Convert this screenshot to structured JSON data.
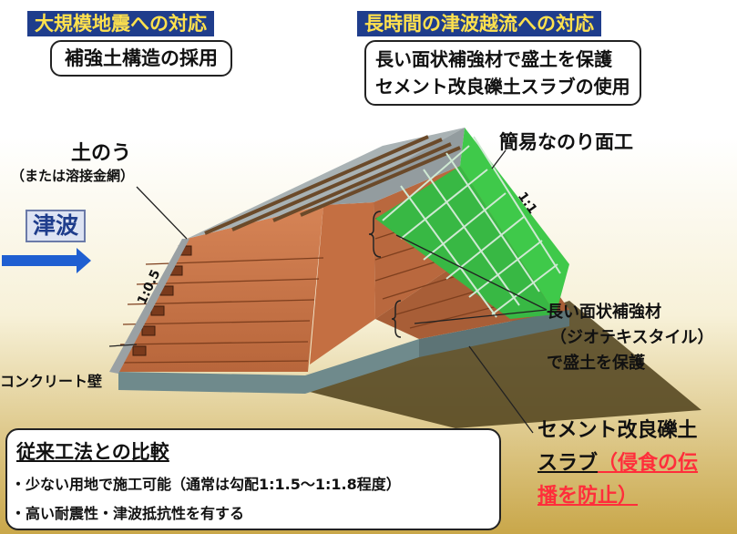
{
  "header_left": {
    "tag": "大規模地震への対応",
    "box": "補強土構造の採用"
  },
  "header_right": {
    "tag": "長時間の津波越流への対応",
    "box_line1": "長い面状補強材で盛土を保護",
    "box_line2": "セメント改良礫土スラブの使用"
  },
  "labels": {
    "sandbag": "土のう",
    "sandbag_alt": "（または溶接金網）",
    "tsunami": "津波",
    "slope_left": "1:0.5",
    "slope_right": "1:1",
    "simple_facing": "簡易なのり面工",
    "geotextile_line1": "長い面状補強材",
    "geotextile_line2": "（ジオテキスタイル）",
    "geotextile_line3": "で盛土を保護",
    "concrete_wall": "コンクリート壁",
    "slab_line1": "セメント改良礫土",
    "slab_line2_black": "スラブ",
    "slab_line2_red": "（侵食の伝",
    "slab_line3_red": "播を防止）"
  },
  "comparison": {
    "title": "従来工法との比較",
    "items": [
      "・少ない用地で施工可能（通常は勾配1:1.5～1:1.8程度）",
      "・高い耐震性・津波抵抗性を有する"
    ]
  },
  "colors": {
    "header_bg": "#1f3d8c",
    "header_text": "#ffe14d",
    "embankment": "#c8754a",
    "facing_green": "#3fc94a",
    "slab": "#6f8a8c",
    "emphasis_red": "#ff2e3b",
    "arrow_blue": "#1f5fd1"
  }
}
